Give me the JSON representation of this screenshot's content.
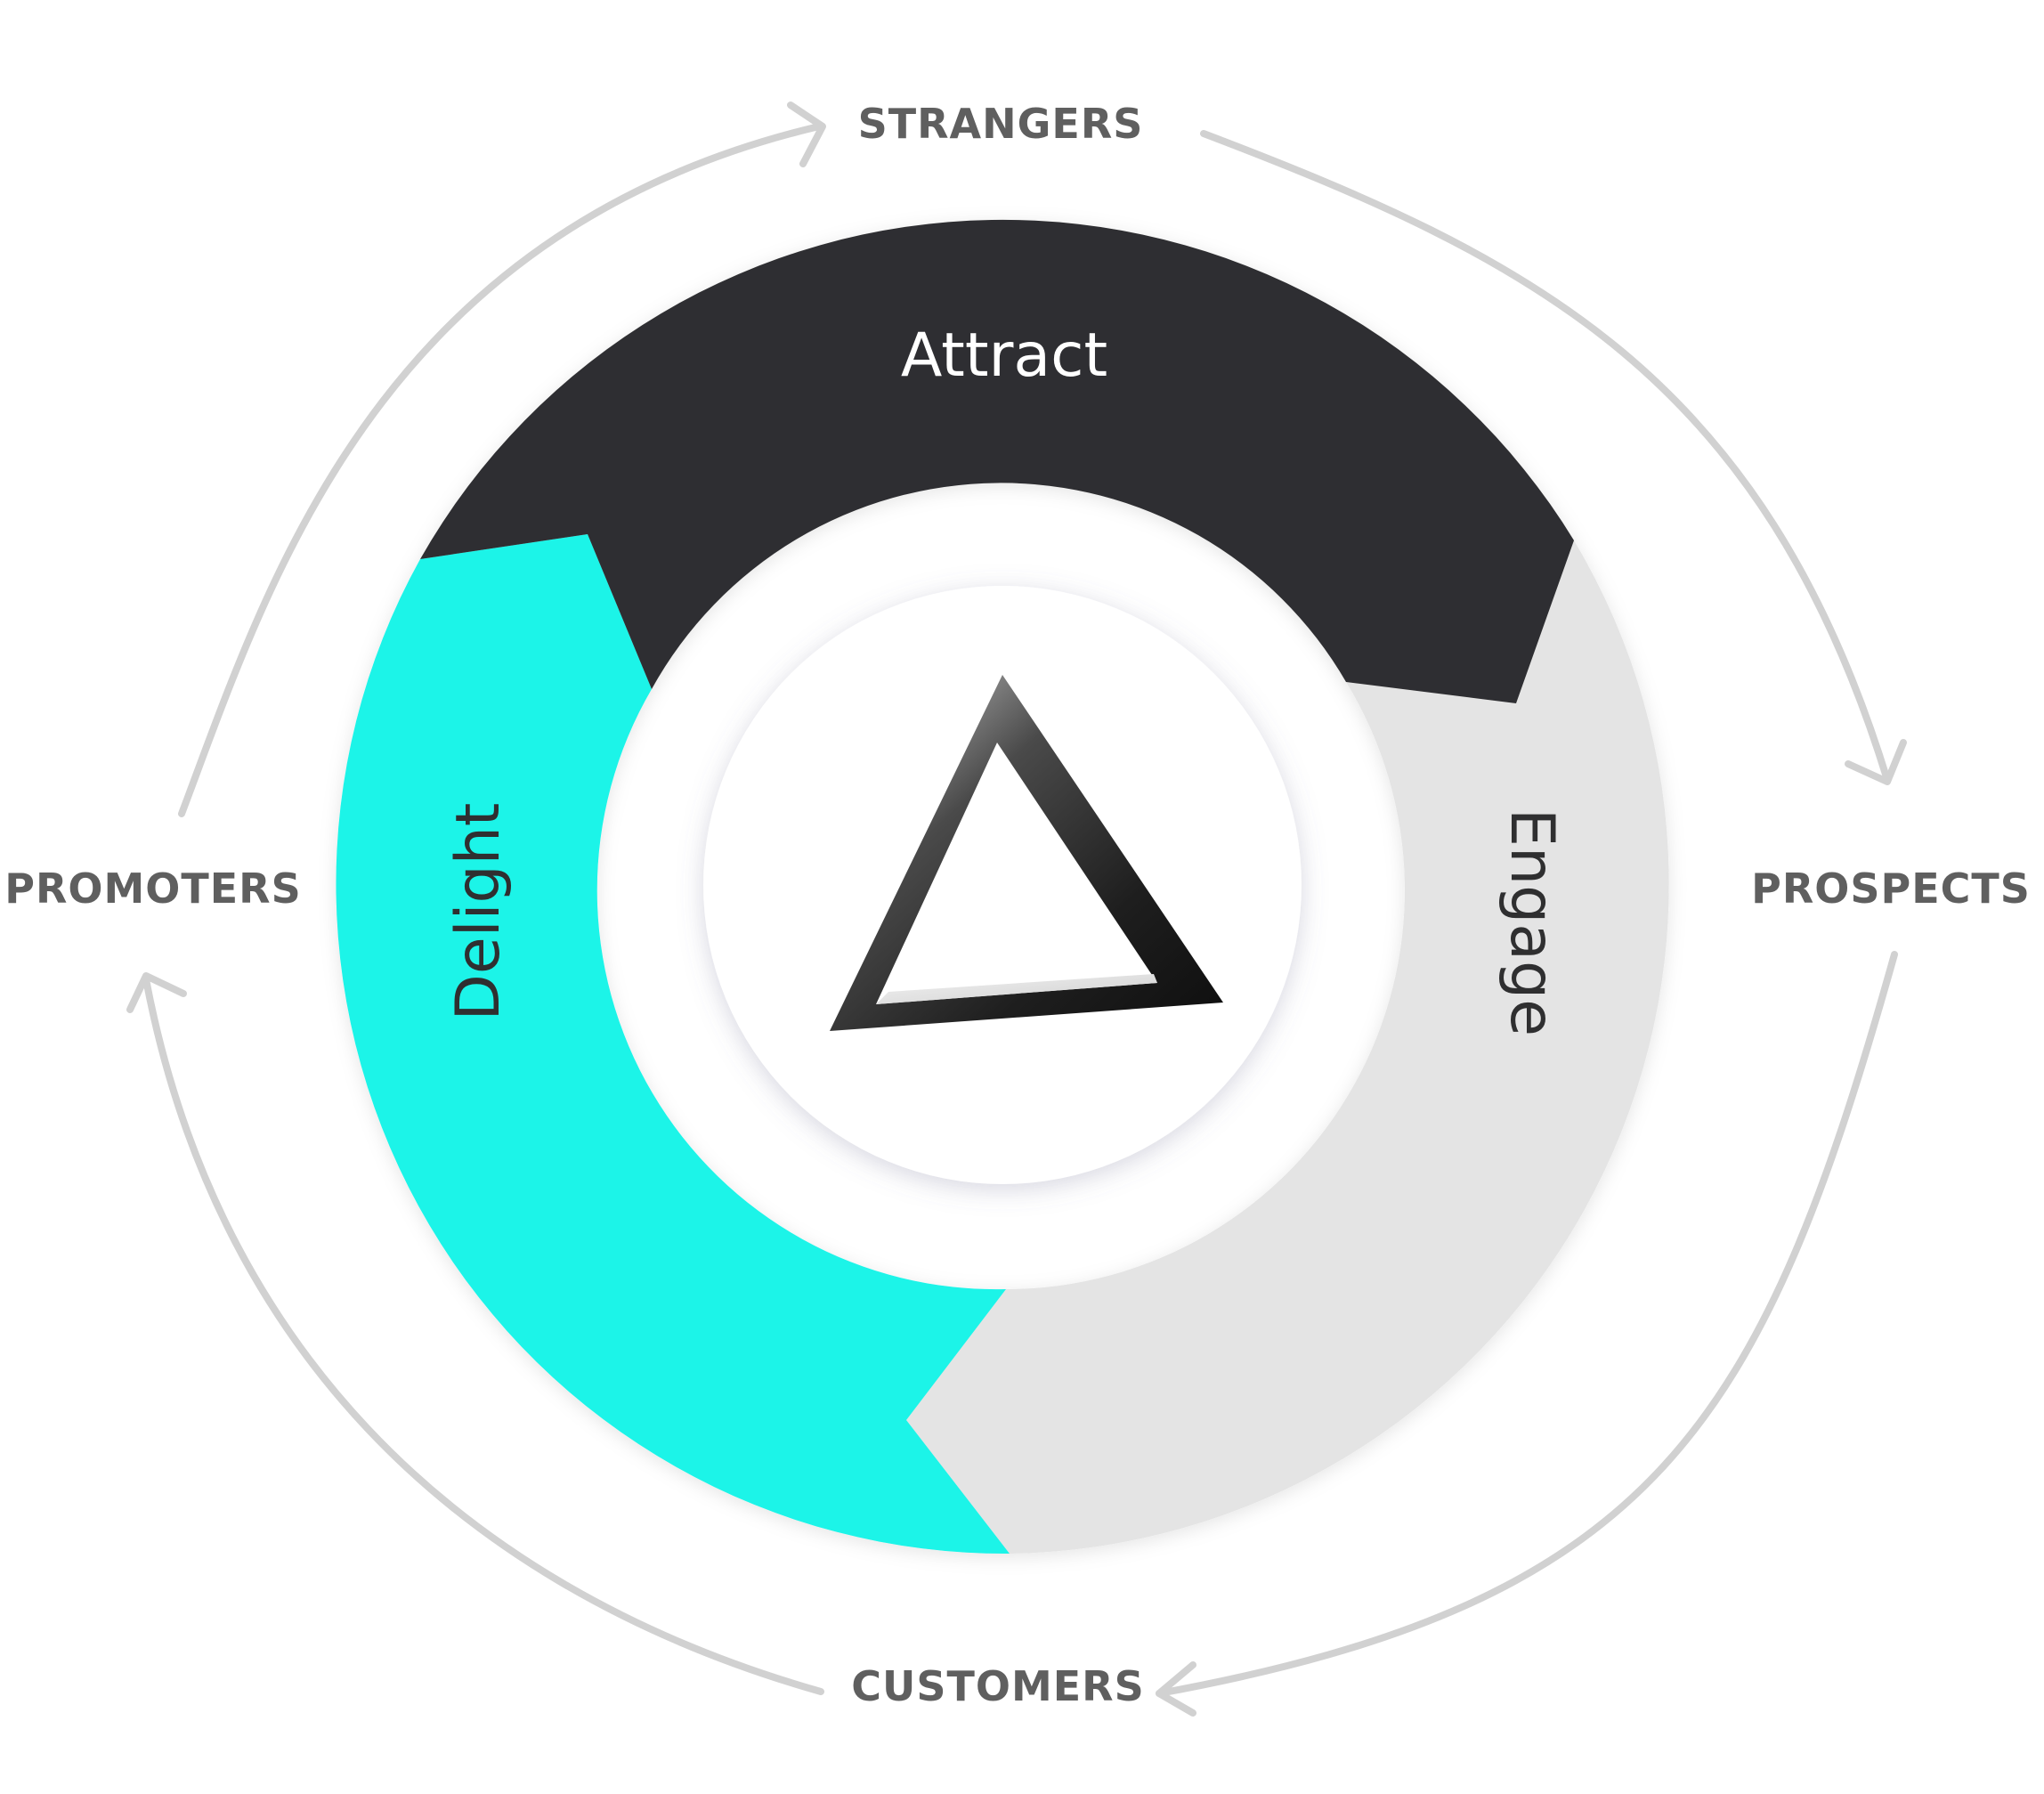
{
  "stages": {
    "attract": {
      "label": "Attract",
      "color": "#2f2f30",
      "text_color": "#ffffff"
    },
    "engage": {
      "label": "Engage",
      "color": "#e4e4e4",
      "text_color": "#2f2f30"
    },
    "delight": {
      "label": "Delight",
      "color": "#1af4e8",
      "text_color": "#2f2f30"
    }
  },
  "outer_labels": {
    "strangers": "STRANGERS",
    "prospects": "PROSPECTS",
    "customers": "CUSTOMERS",
    "promoters": "PROMOTERS"
  },
  "center_icon": "triangle-logo-icon",
  "colors": {
    "arrow": "#d1d1d1",
    "outer_label": "#5f5f5f",
    "background": "#ffffff"
  }
}
